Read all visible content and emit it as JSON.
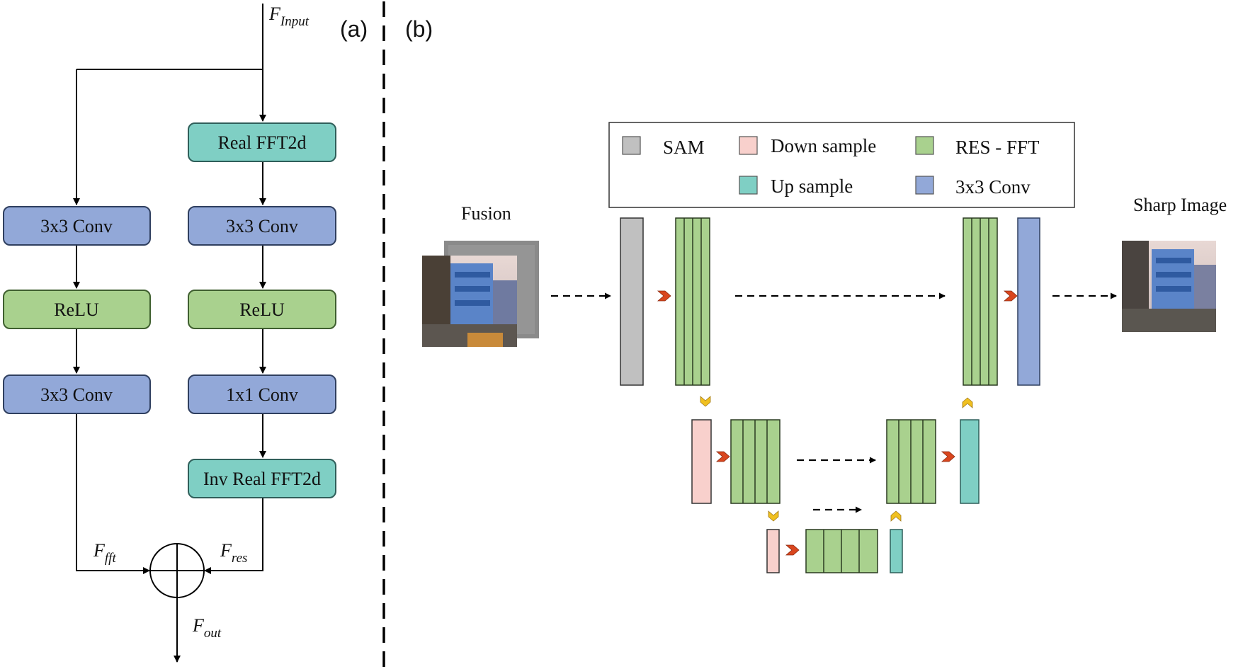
{
  "panel_a": {
    "tag": "(a)",
    "input_var": {
      "base": "F",
      "sub": "Input"
    },
    "left_branch": [
      "3x3 Conv",
      "ReLU",
      "3x3 Conv"
    ],
    "right_branch": [
      "Real FFT2d",
      "3x3 Conv",
      "ReLU",
      "1x1 Conv",
      "Inv Real FFT2d"
    ],
    "fft_var": {
      "base": "F",
      "sub": "fft"
    },
    "res_var": {
      "base": "F",
      "sub": "res"
    },
    "out_var": {
      "base": "F",
      "sub": "out"
    },
    "colors": {
      "conv": "#92a8d8",
      "relu": "#a9d18e",
      "fft": "#7fcfc4"
    }
  },
  "panel_b": {
    "tag": "(b)",
    "input_label": "Fusion",
    "output_label": "Sharp Image",
    "legend": [
      {
        "label": "SAM",
        "color": "#c0c0c0"
      },
      {
        "label": "Down sample",
        "color": "#f8d0cc"
      },
      {
        "label": "RES - FFT",
        "color": "#a9d18e"
      },
      {
        "label": "Up sample",
        "color": "#7fcfc4"
      },
      {
        "label": "3x3 Conv",
        "color": "#92a8d8"
      }
    ],
    "colors": {
      "arrow_red": "#d9461e",
      "chevron_yellow": "#f0c020",
      "chevron_outline": "#b08020"
    }
  }
}
